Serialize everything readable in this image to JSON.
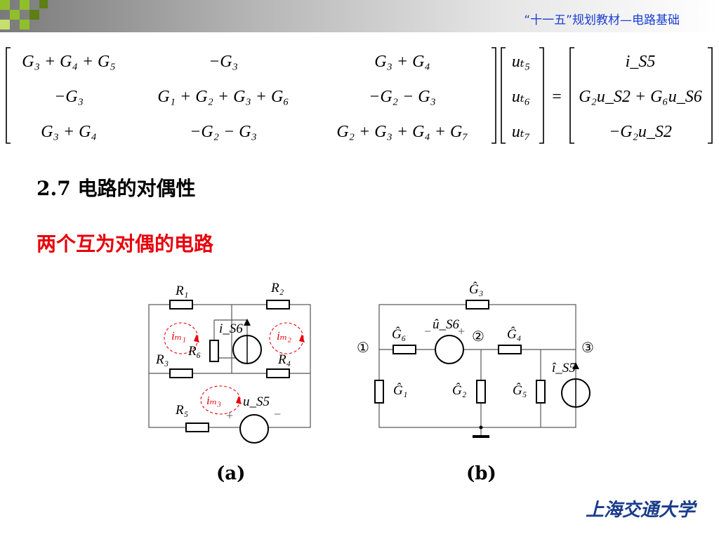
{
  "header": {
    "title": "“十一五”规划教材—电路基础"
  },
  "matrix": {
    "rows": [
      [
        "G₃ + G₄ + G₅",
        "−G₃",
        "G₃ + G₄"
      ],
      [
        "−G₃",
        "G₁ + G₂ + G₃ + G₆",
        "−G₂ − G₃"
      ],
      [
        "G₃ + G₄",
        "−G₂ − G₃",
        "G₂ + G₃ + G₄ + G₇"
      ]
    ],
    "unknowns": [
      "uₜ₅",
      "uₜ₆",
      "uₜ₇"
    ],
    "equals": "=",
    "rhs": [
      "i_S5",
      "G₂u_S2 + G₆u_S6",
      "−G₂u_S2"
    ]
  },
  "section": {
    "heading": "2.7 电路的对偶性"
  },
  "subtitle": "两个互为对偶的电路",
  "circuit_a": {
    "caption": "(a)",
    "labels": {
      "R1": "R₁",
      "R2": "R₂",
      "R3": "R₃",
      "R4": "R₄",
      "R5": "R₅",
      "R6": "R₆",
      "iS6": "i_S6",
      "uS5": "u_S5",
      "im1": "iₘ₁",
      "im2": "iₘ₂",
      "im3": "iₘ₃",
      "plus": "+",
      "minus": "−"
    }
  },
  "circuit_b": {
    "caption": "(b)",
    "labels": {
      "G1": "Ĝ₁",
      "G2": "Ĝ₂",
      "G3": "Ĝ₃",
      "G4": "Ĝ₄",
      "G5": "Ĝ₅",
      "G6": "Ĝ₆",
      "uS6": "û_S6",
      "iS5": "î_S5",
      "node1": "①",
      "node2": "②",
      "node3": "③",
      "plus": "+",
      "minus": "−"
    }
  },
  "logo": "上海交通大学",
  "colors": {
    "accent_red": "#e8000b",
    "header_blue": "#1a3fcf",
    "wire": "#555555",
    "current_red": "#e8000b"
  }
}
